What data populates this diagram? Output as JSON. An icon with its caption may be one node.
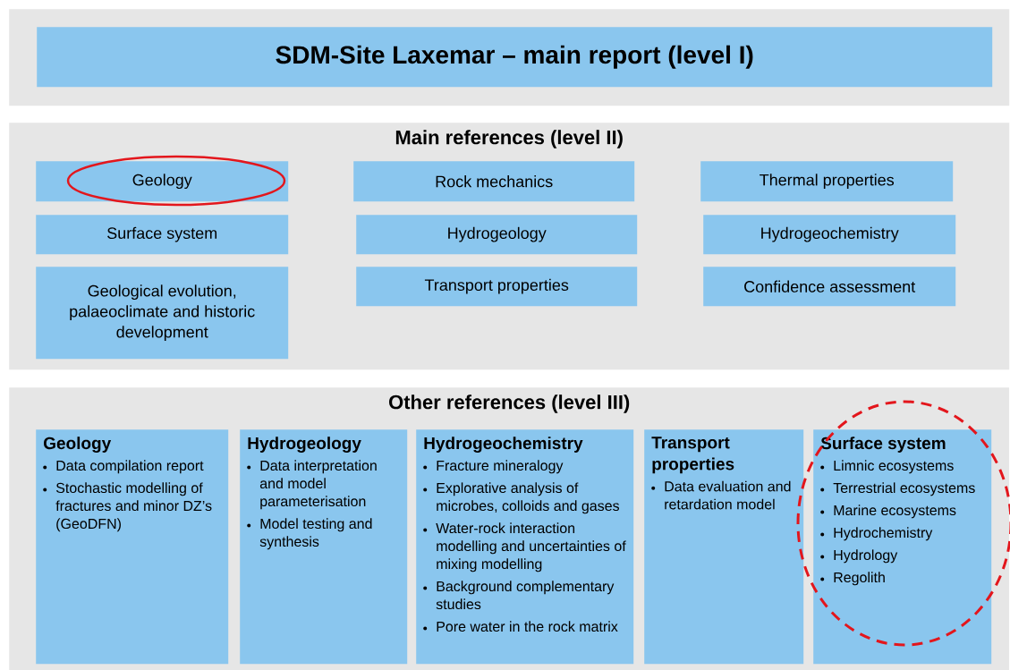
{
  "diagram": {
    "nodes": [
      {
        "text": [],
        "shape": "box"
      },
      {
        "text": [
          "SDM-Site Laxemar – main report (level I)"
        ],
        "in": 0
      },
      {
        "text": [
          "Main references (level II)"
        ]
      },
      {
        "text": [
          "Geology"
        ],
        "in": 2
      },
      {
        "text": [
          "Rock mechanics"
        ],
        "in": 2
      },
      {
        "text": [
          "Thermal properties"
        ],
        "in": 2
      },
      {
        "text": [
          "Surface system"
        ],
        "in": 2
      },
      {
        "text": [
          "Hydrogeology"
        ],
        "in": 2
      },
      {
        "text": [
          "Hydrogeochemistry"
        ],
        "in": 2
      },
      {
        "text": [
          "Geological evolution, palaeoclimate and historic development"
        ],
        "in": 2
      },
      {
        "text": [
          "Transport properties"
        ],
        "in": 2
      },
      {
        "text": [
          "Confidence assessment"
        ],
        "in": 2
      },
      {
        "text": [
          "Other references (level III)"
        ]
      },
      {
        "text": [
          "Geology",
          "Data compilation report",
          "Stochastic modelling of fractures and minor DZ’s (GeoDFN)"
        ],
        "in": 12
      },
      {
        "text": [
          "Hydrogeology",
          "Data interpretation and model parameterisation",
          "Model testing and synthesis"
        ],
        "in": 12
      },
      {
        "text": [
          "Hydrogeochemistry",
          "Fracture mineralogy",
          "Explorative analysis of microbes, colloids and gases",
          "Water-rock interaction modelling and uncertainties of mixing modelling",
          "Background complementary studies",
          "Pore water in the rock matrix"
        ],
        "in": 12
      },
      {
        "text": [
          "Transport properties",
          "Data evaluation and retardation model"
        ],
        "in": 12
      },
      {
        "text": [
          "Surface system",
          "Limnic ecosystems",
          "Terrestrial ecosystems",
          "Marine ecosystems",
          "Hydrochemistry",
          "Hydrology",
          "Regolith"
        ],
        "in": 12
      }
    ],
    "edges": []
  }
}
